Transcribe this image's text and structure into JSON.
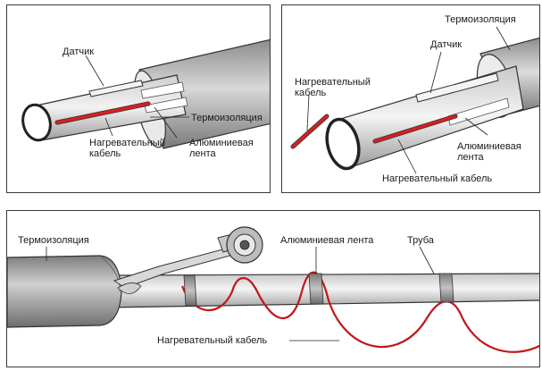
{
  "panels": {
    "top_left": {
      "sensor": "Датчик",
      "insulation": "Термоизоляция",
      "cable_line1": "Нагревательный",
      "cable_line2": "кабель",
      "tape_line1": "Алюминиевая",
      "tape_line2": "лента"
    },
    "top_right": {
      "insulation": "Термоизоляция",
      "sensor": "Датчик",
      "cable_line1": "Нагревательный",
      "cable_line2": "кабель",
      "tape_line1": "Алюминиевая",
      "tape_line2": "лента",
      "cable_bottom": "Нагревательный кабель"
    },
    "bottom": {
      "insulation": "Термоизоляция",
      "tape": "Алюминиевая лента",
      "pipe": "Труба",
      "cable": "Нагревательный кабель"
    }
  },
  "colors": {
    "cable": "#d42020",
    "pipe": "#e0e0e0",
    "insulation": "#bdbdbd",
    "tape": "#9a9a9a",
    "frame": "#3a3a3a"
  }
}
